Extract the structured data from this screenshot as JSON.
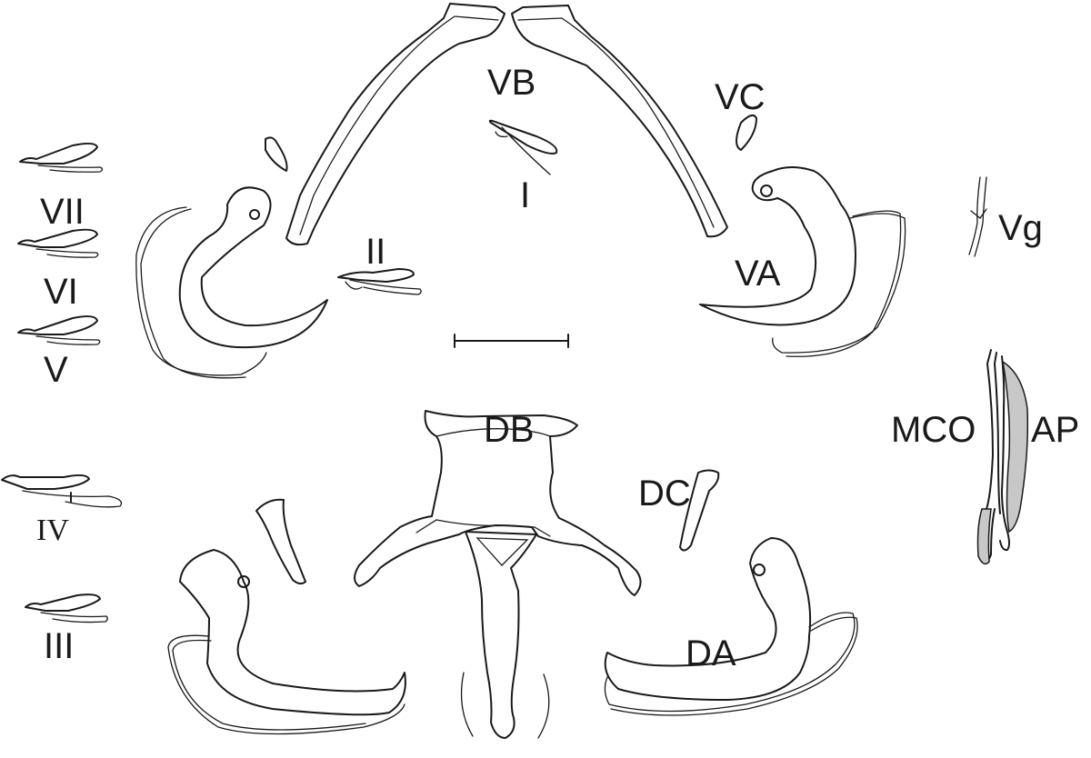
{
  "labels": {
    "vb": "VB",
    "vc": "VC",
    "hook_1": "I",
    "hook_2": "II",
    "hook_7": "VII",
    "hook_6": "VI",
    "hook_5": "V",
    "hook_4": "IV",
    "hook_3": "III",
    "va": "VA",
    "vg": "Vg",
    "mco": "MCO",
    "ap": "AP",
    "db": "DB",
    "dc": "DC",
    "da": "DA"
  },
  "colors": {
    "line": "#1a1a1a",
    "shading": "#c8c8c8",
    "background": "#ffffff"
  }
}
